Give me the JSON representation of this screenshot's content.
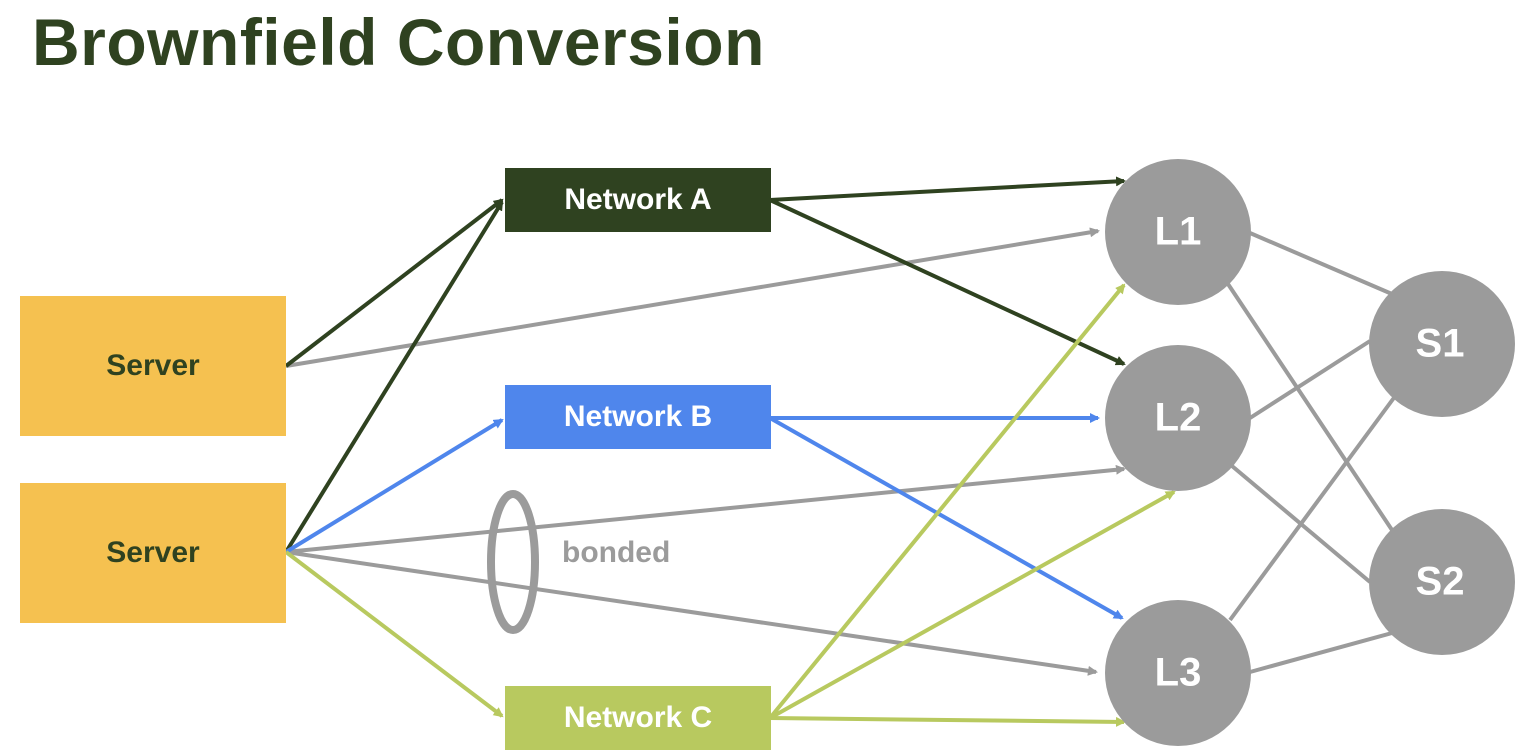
{
  "title": "Brownfield Conversion",
  "colors": {
    "title": "#2f4220",
    "server": "#f5c150",
    "network_a": "#2f4220",
    "network_b": "#4f86ec",
    "network_c": "#b8c95f",
    "switch": "#9b9b9b",
    "link": "#9b9b9b"
  },
  "servers": [
    {
      "label": "Server"
    },
    {
      "label": "Server"
    }
  ],
  "networks": {
    "a": {
      "label": "Network A"
    },
    "b": {
      "label": "Network B"
    },
    "c": {
      "label": "Network C"
    }
  },
  "leaves": [
    {
      "label": "L1"
    },
    {
      "label": "L2"
    },
    {
      "label": "L3"
    }
  ],
  "spines": [
    {
      "label": "S1"
    },
    {
      "label": "S2"
    }
  ],
  "bond": {
    "label": "bonded"
  }
}
